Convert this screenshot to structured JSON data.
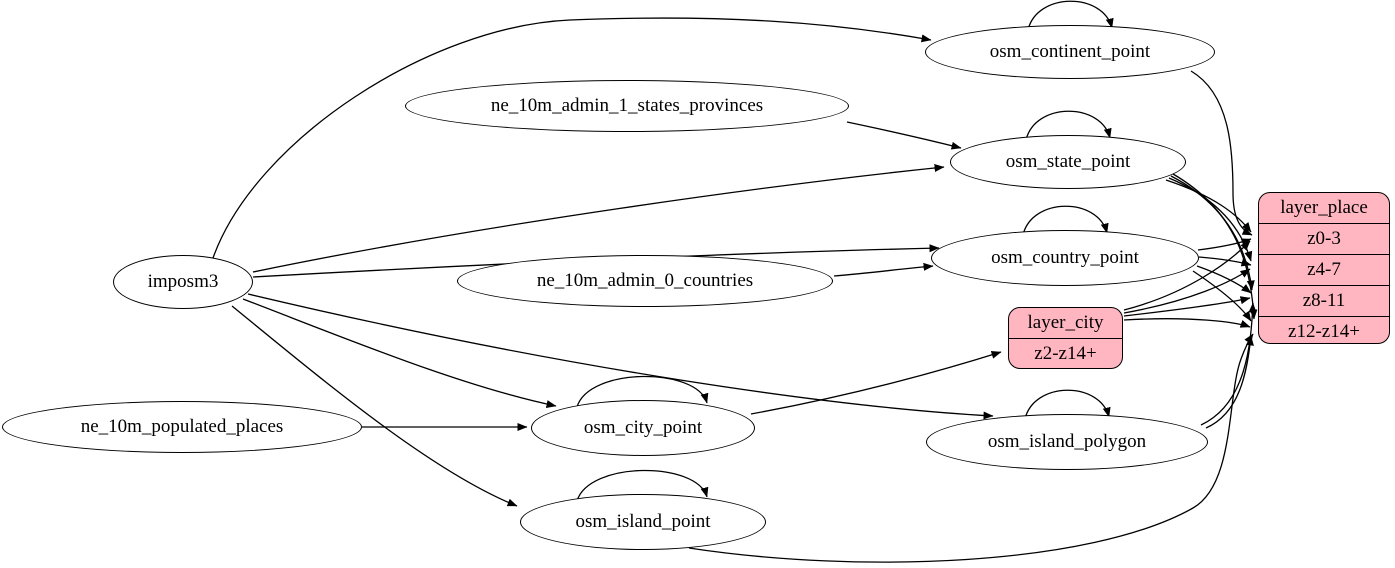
{
  "colors": {
    "background": "#FFFFFF",
    "node_fill": "#FFFFFF",
    "record_fill": "#FFB6C1",
    "stroke": "#000000",
    "text": "#000000"
  },
  "nodes": {
    "imposm3": {
      "label": "imposm3"
    },
    "ne_10m_admin_1_states_provinces": {
      "label": "ne_10m_admin_1_states_provinces"
    },
    "ne_10m_admin_0_countries": {
      "label": "ne_10m_admin_0_countries"
    },
    "ne_10m_populated_places": {
      "label": "ne_10m_populated_places"
    },
    "osm_continent_point": {
      "label": "osm_continent_point"
    },
    "osm_state_point": {
      "label": "osm_state_point"
    },
    "osm_country_point": {
      "label": "osm_country_point"
    },
    "osm_city_point": {
      "label": "osm_city_point"
    },
    "osm_island_polygon": {
      "label": "osm_island_polygon"
    },
    "osm_island_point": {
      "label": "osm_island_point"
    },
    "layer_city": {
      "title": "layer_city",
      "rows": [
        "z2-z14+"
      ]
    },
    "layer_place": {
      "title": "layer_place",
      "rows": [
        "z0-3",
        "z4-7",
        "z8-11",
        "z12-z14+"
      ]
    }
  },
  "edges": [
    {
      "from": "imposm3",
      "to": "osm_continent_point"
    },
    {
      "from": "imposm3",
      "to": "osm_state_point"
    },
    {
      "from": "imposm3",
      "to": "osm_country_point"
    },
    {
      "from": "imposm3",
      "to": "osm_city_point"
    },
    {
      "from": "imposm3",
      "to": "osm_island_polygon"
    },
    {
      "from": "imposm3",
      "to": "osm_island_point"
    },
    {
      "from": "ne_10m_admin_1_states_provinces",
      "to": "osm_state_point"
    },
    {
      "from": "ne_10m_admin_0_countries",
      "to": "osm_country_point"
    },
    {
      "from": "ne_10m_populated_places",
      "to": "osm_city_point"
    },
    {
      "from": "osm_continent_point",
      "to": "osm_continent_point",
      "type": "self-loop"
    },
    {
      "from": "osm_state_point",
      "to": "osm_state_point",
      "type": "self-loop"
    },
    {
      "from": "osm_country_point",
      "to": "osm_country_point",
      "type": "self-loop"
    },
    {
      "from": "osm_city_point",
      "to": "osm_city_point",
      "type": "self-loop"
    },
    {
      "from": "osm_island_polygon",
      "to": "osm_island_polygon",
      "type": "self-loop"
    },
    {
      "from": "osm_island_point",
      "to": "osm_island_point",
      "type": "self-loop"
    },
    {
      "from": "osm_continent_point",
      "to": "layer_place:z0-3"
    },
    {
      "from": "osm_state_point",
      "to": "layer_place:z0-3"
    },
    {
      "from": "osm_state_point",
      "to": "layer_place:z4-7"
    },
    {
      "from": "osm_state_point",
      "to": "layer_place:z8-11"
    },
    {
      "from": "osm_state_point",
      "to": "layer_place:z12-z14+"
    },
    {
      "from": "osm_country_point",
      "to": "layer_place:z0-3"
    },
    {
      "from": "osm_country_point",
      "to": "layer_place:z4-7"
    },
    {
      "from": "osm_country_point",
      "to": "layer_place:z8-11"
    },
    {
      "from": "osm_country_point",
      "to": "layer_place:z12-z14+"
    },
    {
      "from": "osm_city_point",
      "to": "layer_city:z2-z14+"
    },
    {
      "from": "layer_city",
      "to": "layer_place:z0-3"
    },
    {
      "from": "layer_city",
      "to": "layer_place:z4-7"
    },
    {
      "from": "layer_city",
      "to": "layer_place:z8-11"
    },
    {
      "from": "layer_city",
      "to": "layer_place:z12-z14+"
    },
    {
      "from": "osm_island_polygon",
      "to": "layer_place:z8-11"
    },
    {
      "from": "osm_island_polygon",
      "to": "layer_place:z12-z14+"
    },
    {
      "from": "osm_island_point",
      "to": "layer_place:z12-z14+"
    }
  ]
}
